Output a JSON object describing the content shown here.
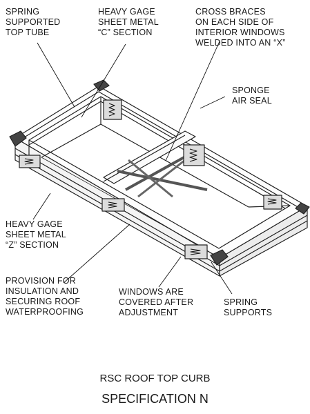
{
  "labels": {
    "spring_top_tube": [
      "SPRING",
      "SUPPORTED",
      "TOP TUBE"
    ],
    "c_section": [
      "HEAVY GAGE",
      "SHEET METAL",
      "“C” SECTION"
    ],
    "cross_braces": [
      "CROSS BRACES",
      "ON EACH SIDE OF",
      "INTERIOR WINDOWS",
      "WELDED INTO AN “X”"
    ],
    "sponge_seal": [
      "SPONGE",
      "AIR SEAL"
    ],
    "z_section": [
      "HEAVY GAGE",
      "SHEET METAL",
      "“Z” SECTION"
    ],
    "insulation": [
      "PROVISION FOR",
      "INSULATION AND",
      "SECURING ROOF",
      "WATERPROOFING"
    ],
    "windows": [
      "WINDOWS ARE",
      "COVERED AFTER",
      "ADJUSTMENT"
    ],
    "spring_supports": [
      "SPRING",
      "SUPPORTS"
    ]
  },
  "caption": {
    "line1": "RSC ROOF TOP CURB",
    "line2": "SPECIFICATION N"
  }
}
